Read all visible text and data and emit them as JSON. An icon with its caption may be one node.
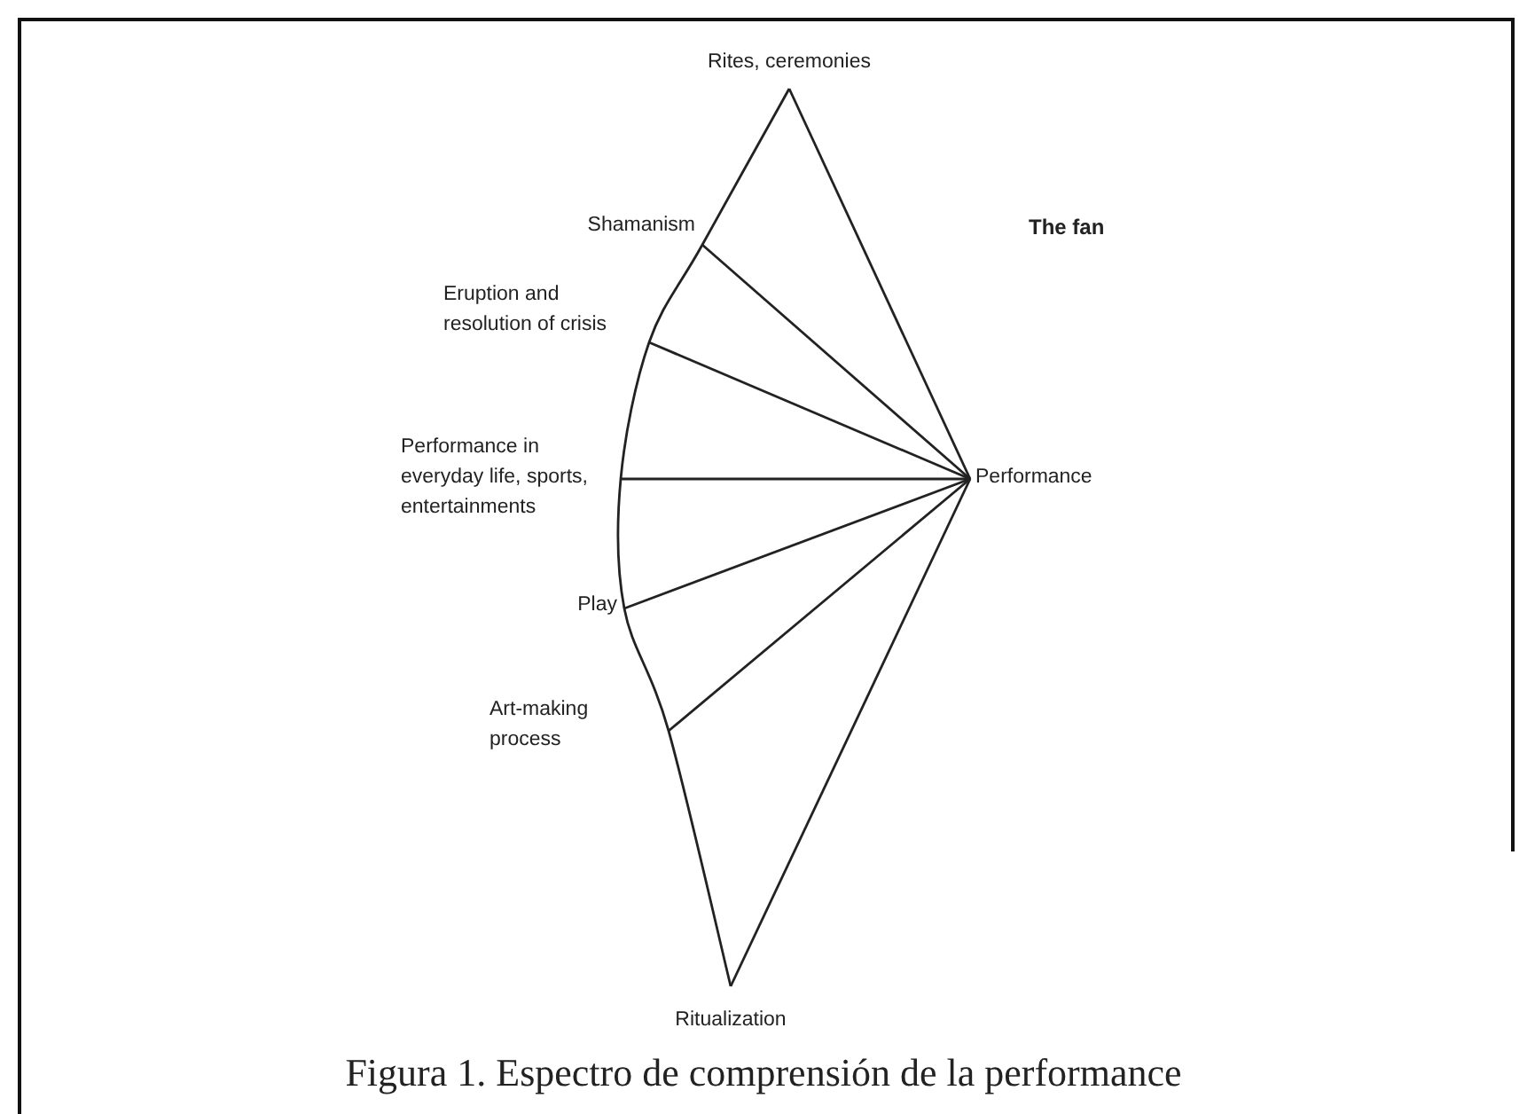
{
  "diagram": {
    "title": "The fan",
    "caption": "Figura 1. Espectro de comprensión de la performance",
    "nodes": [
      {
        "text": [
          "Rites, ceremonies"
        ]
      },
      {
        "text": [
          "Shamanism"
        ]
      },
      {
        "text": [
          "Eruption and resolution of crisis"
        ]
      },
      {
        "text": [
          "Performance in everyday life, sports, entertainments"
        ]
      },
      {
        "text": [
          "Performance"
        ]
      },
      {
        "text": [
          "Play"
        ]
      },
      {
        "text": [
          "Art-making process"
        ]
      },
      {
        "text": [
          "Ritualization"
        ]
      }
    ],
    "edges": [
      {
        "from": 0,
        "to": 4,
        "arrow": "none"
      },
      {
        "from": 1,
        "to": 4,
        "arrow": "none"
      },
      {
        "from": 2,
        "to": 4,
        "arrow": "none"
      },
      {
        "from": 3,
        "to": 4,
        "arrow": "none"
      },
      {
        "from": 5,
        "to": 4,
        "arrow": "none"
      },
      {
        "from": 6,
        "to": 4,
        "arrow": "none"
      },
      {
        "from": 7,
        "to": 4,
        "arrow": "none"
      }
    ]
  }
}
